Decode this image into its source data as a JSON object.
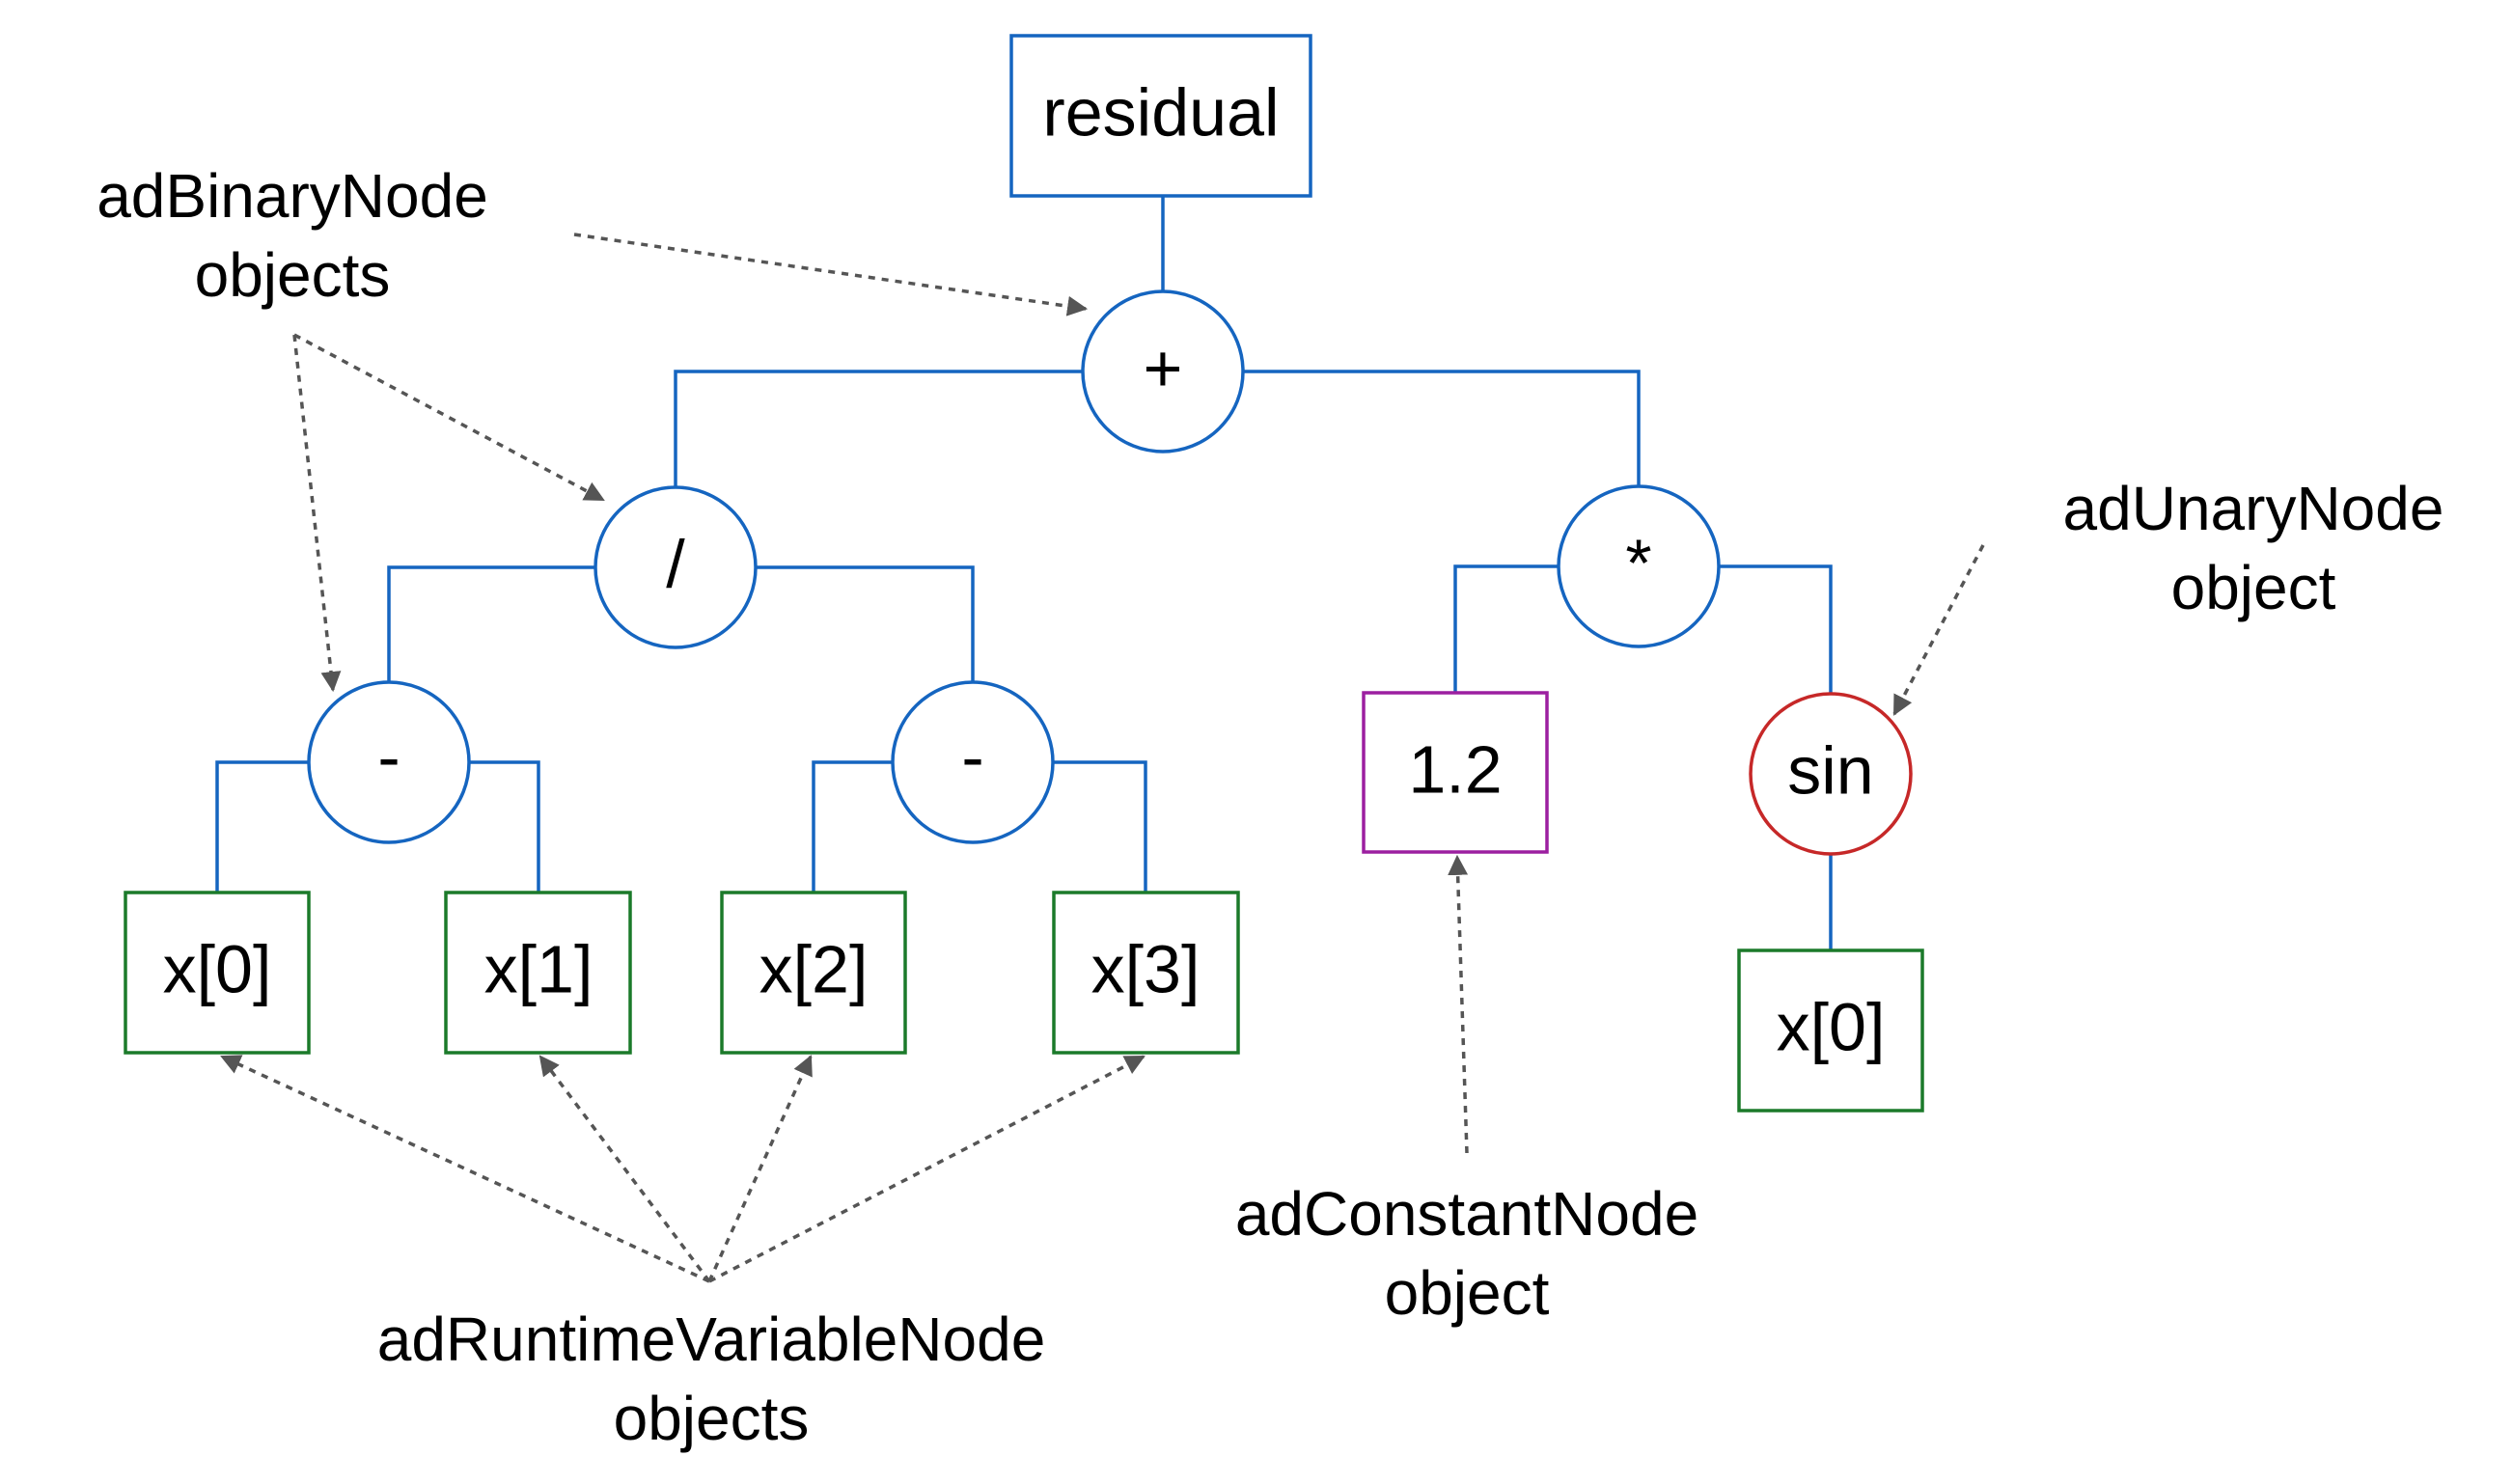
{
  "colors": {
    "operator": "#1565c0",
    "variable": "#1b7a2a",
    "constant": "#9c1fa0",
    "unary": "#c62828",
    "pointer": "#555555",
    "background": "#ffffff"
  },
  "nodes": {
    "residual": "residual",
    "plus": "+",
    "divide": "/",
    "multiply": "*",
    "minus_left": "-",
    "minus_right": "-",
    "x0_a": "x[0]",
    "x1": "x[1]",
    "x2": "x[2]",
    "x3": "x[3]",
    "constant": "1.2",
    "sin": "sin",
    "x0_b": "x[0]"
  },
  "captions": {
    "binary": [
      "adBinaryNode",
      "objects"
    ],
    "unary": [
      "adUnaryNode",
      "object"
    ],
    "runtime_variable": [
      "adRuntimeVariableNode",
      "objects"
    ],
    "constant": [
      "adConstantNode",
      "object"
    ]
  }
}
